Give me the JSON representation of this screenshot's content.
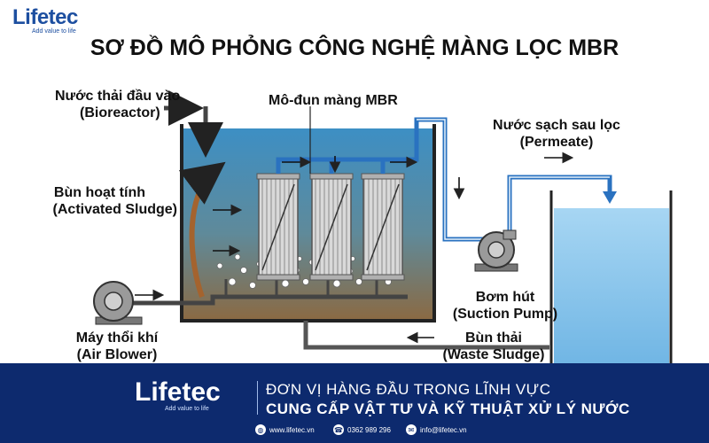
{
  "logo": {
    "name": "Lifetec",
    "tagline": "Add value to life"
  },
  "title": "SƠ ĐỒ MÔ PHỎNG CÔNG NGHỆ MÀNG LỌC MBR",
  "labels": {
    "influent": {
      "line1": "Nước thải đầu vào",
      "line2": "(Bioreactor)"
    },
    "module": "Mô-đun màng MBR",
    "permeate": {
      "line1": "Nước sạch sau lọc",
      "line2": "(Permeate)"
    },
    "sludge": {
      "line1": "Bùn hoạt tính",
      "line2": "(Activated Sludge)"
    },
    "pump": {
      "line1": "Bơm hút",
      "line2": "(Suction Pump)"
    },
    "blower": {
      "line1": "Máy thổi khí",
      "line2": "(Air Blower)"
    },
    "waste": {
      "line1": "Bùn thải",
      "line2": "(Waste Sludge)"
    }
  },
  "colors": {
    "water_top": "#3d8fc4",
    "water_bottom": "#8a6a44",
    "clean_water": "#8cc8ee",
    "pipe": "#2a72c0",
    "banner": "#0d2a6e"
  },
  "banner": {
    "logo_name": "Lifetec",
    "logo_tagline": "Add value to life",
    "line1": "ĐƠN VỊ HÀNG ĐẦU TRONG LĨNH VỰC",
    "line2": "CUNG CẤP VẬT TƯ VÀ KỸ THUẬT XỬ LÝ NƯỚC",
    "contacts": [
      {
        "icon": "globe-icon",
        "text": "www.lifetec.vn"
      },
      {
        "icon": "phone-icon",
        "text": "0362 989 296"
      },
      {
        "icon": "mail-icon",
        "text": "info@lifetec.vn"
      }
    ]
  }
}
